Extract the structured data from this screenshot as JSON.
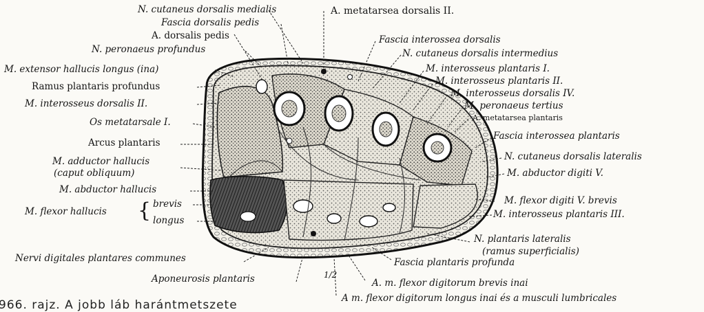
{
  "labels": {
    "n_cutaneus_dorsalis_medialis": "N. cutaneus dorsalis medialis",
    "fascia_dorsalis_pedis": "Fascia dorsalis pedis",
    "a_dorsalis_pedis": "A. dorsalis pedis",
    "n_peronaeus_profundus": "N. peronaeus profundus",
    "m_extensor_hallucis_longus": "M. extensor hallucis longus (ina)",
    "ramus_plantaris_profundus": "Ramus plantaris profundus",
    "m_interosseus_dorsalis_ii": "M. interosseus dorsalis II.",
    "os_metatarsale_i": "Os metatarsale I.",
    "arcus_plantaris": "Arcus plantaris",
    "m_adductor_hallucis": "M. adductor hallucis",
    "caput_obliquum": "(caput obliquum)",
    "m_abductor_hallucis": "M. abductor hallucis",
    "m_flexor_hallucis": "M. flexor hallucis",
    "brevis": "brevis",
    "longus": "longus",
    "nervi_digitales": "Nervi digitales plantares communes",
    "aponeurosis_plantaris": "Aponeurosis plantaris",
    "a_metatarsea_dorsalis_ii": "A. metatarsea dorsalis II.",
    "fascia_interossea_dorsalis": "Fascia interossea dorsalis",
    "n_cutaneus_dorsalis_intermedius": "N. cutaneus dorsalis intermedius",
    "m_interosseus_plantaris_i": "M. interosseus plantaris I.",
    "m_interosseus_plantaris_ii": "M. interosseus plantaris II.",
    "m_interosseus_dorsalis_iv": "M. interosseus dorsalis IV.",
    "m_peronaeus_tertius": "M. peronaeus tertius",
    "a_metatarsea_plantaris": "A. metatarsea plantaris",
    "fascia_interossea_plantaris": "Fascia interossea plantaris",
    "n_cutaneus_dorsalis_lateralis": "N. cutaneus dorsalis lateralis",
    "m_abductor_digiti_v": "M. abductor digiti V.",
    "m_flexor_digiti_v_brevis": "M. flexor digiti V. brevis",
    "m_interosseus_plantaris_iii": "M. interosseus plantaris III.",
    "n_plantaris_lateralis": "N. plantaris lateralis",
    "ramus_superficialis": "(ramus superficialis)",
    "fascia_plantaris_profunda": "Fascia plantaris profunda",
    "a_m_flexor_brevis": "A. m. flexor digitorum brevis inai",
    "a_m_flexor_longus": "A m. flexor digitorum longus inai és a musculi lumbricales",
    "half_scale": "1/2"
  },
  "caption": "966. rajz. A jobb láb harántmetszete"
}
